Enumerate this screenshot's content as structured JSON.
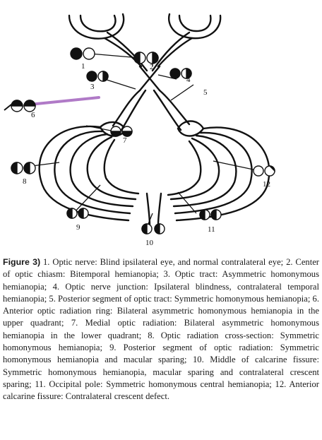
{
  "figure": {
    "labels": [
      "1",
      "2",
      "3",
      "4",
      "5",
      "6",
      "7",
      "8",
      "9",
      "10",
      "11",
      "12"
    ],
    "colors": {
      "ink": "#111111",
      "pointer": "#b07ac7"
    }
  },
  "caption": {
    "label": "Figure 3)",
    "text": " 1. Optic nerve: Blind ipsilateral eye, and normal contralateral eye; 2. Center of optic chiasm: Bitemporal hemianopia; 3. Optic tract: Asymmetric homonymous hemianopia; 4. Optic nerve junction: Ipsilateral blindness, contralateral temporal hemianopia; 5. Posterior segment of optic tract: Symmetric homonymous hemianopia; 6. Anterior optic radiation ring: Bilateral asymmetric homonymous hemianopia in the upper quadrant; 7. Medial optic radiation: Bilateral asymmetric homonymous hemianopia in the lower quadrant; 8. Optic radiation cross-section: Symmetric homonymous hemianopia; 9. Posterior segment of optic radiation: Symmetric homonymous hemianopia and macular sparing; 10. Middle of calcarine fissure: Symmetric homonymous hemianopia, macular sparing and contralateral crescent sparing; 11. Occipital pole: Symmetric homonymous central hemianopia; 12. Anterior calcarine fissure: Contralateral crescent defect."
  }
}
